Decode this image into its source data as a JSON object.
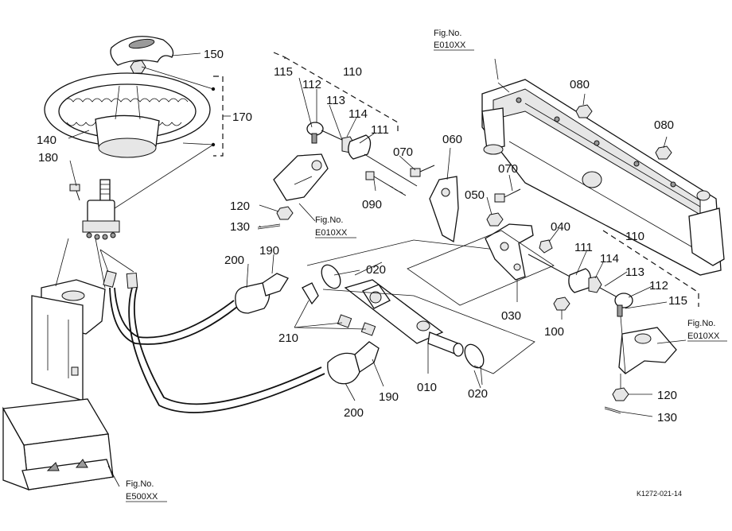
{
  "labels": {
    "p150": "150",
    "p170": "170",
    "p140": "140",
    "p180": "180",
    "p115a": "115",
    "p112a": "112",
    "p110a": "110",
    "p113a": "113",
    "p114a": "114",
    "p111a": "111",
    "p070a": "070",
    "p060": "060",
    "p090": "090",
    "p120a": "120",
    "p130a": "130",
    "p080a": "080",
    "p080b": "080",
    "p070b": "070",
    "p050": "050",
    "p040": "040",
    "p110b": "110",
    "p111b": "111",
    "p114b": "114",
    "p113b": "113",
    "p112b": "112",
    "p115b": "115",
    "p200a": "200",
    "p190a": "190",
    "p020a": "020",
    "p210": "210",
    "p010": "010",
    "p020b": "020",
    "p190b": "190",
    "p200b": "200",
    "p030": "030",
    "p100": "100",
    "p120b": "120",
    "p130b": "130"
  },
  "figrefs": {
    "top_label": "Fig.No.",
    "top_code": "E010XX",
    "mid_label": "Fig.No.",
    "mid_code": "E010XX",
    "right_label": "Fig.No.",
    "right_code": "E010XX",
    "bottom_label": "Fig.No.",
    "bottom_code": "E500XX"
  },
  "diagram_code": "K1272-021-14"
}
